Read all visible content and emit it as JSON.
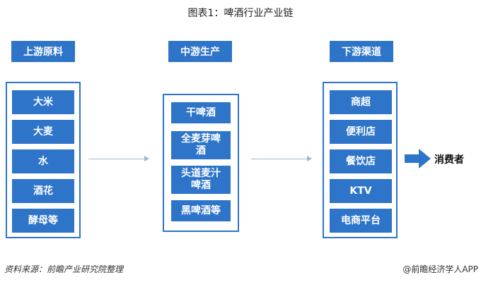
{
  "title": "图表1：啤酒行业产业链",
  "upstream": {
    "header": "上游原料",
    "items": [
      "大米",
      "大麦",
      "水",
      "酒花",
      "酵母等"
    ]
  },
  "midstream": {
    "header": "中游生产",
    "items": [
      "干啤酒",
      "全麦芽啤\n酒",
      "头道麦汁\n啤酒",
      "黑啤酒等"
    ]
  },
  "downstream": {
    "header": "下游渠道",
    "items": [
      "商超",
      "便利店",
      "餐饮店",
      "KTV",
      "电商平台"
    ]
  },
  "consumer": "消费者",
  "source": "资料来源：前瞻产业研究院整理",
  "brand": "@前瞻经济学人APP",
  "colors": {
    "accent": "#2e74c8",
    "arrow": "#9fb7d6"
  }
}
